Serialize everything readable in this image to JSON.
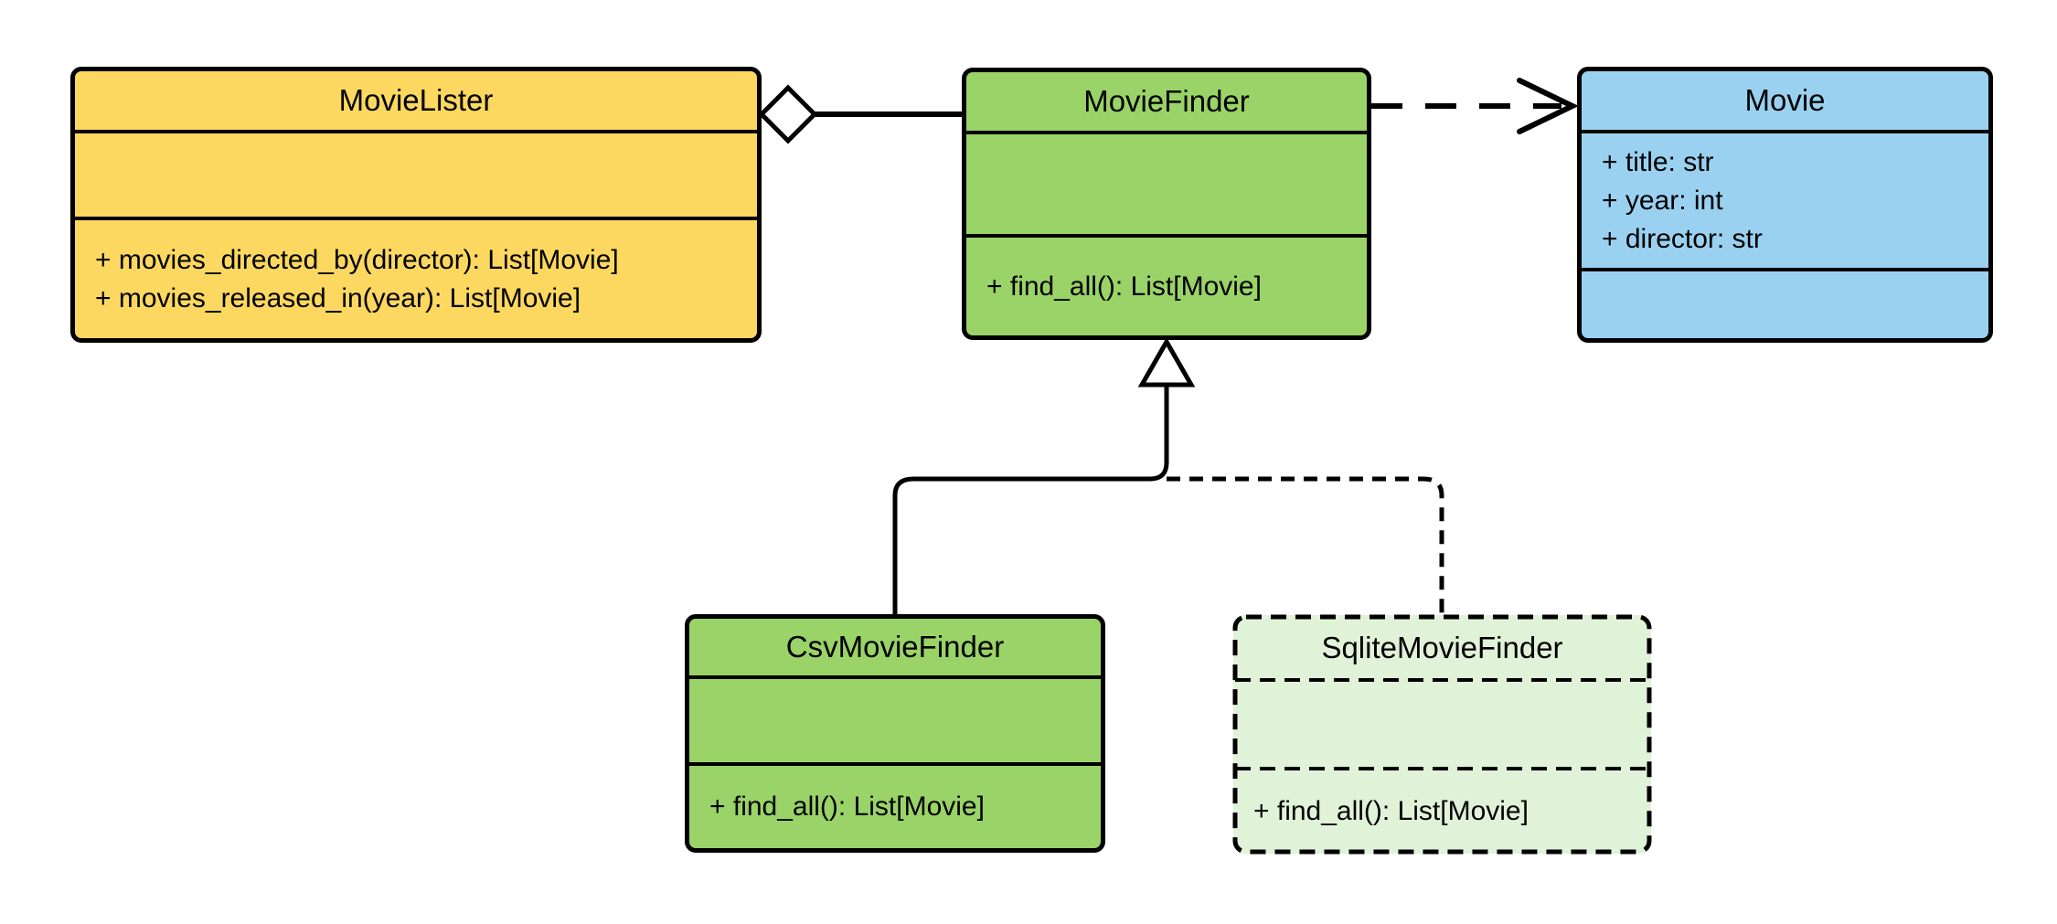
{
  "diagram": {
    "kind": "uml-class-diagram",
    "background": "#FFFFFF",
    "stroke": "#000000"
  },
  "classes": {
    "movie_lister": {
      "name": "MovieLister",
      "attributes": [],
      "methods": [
        "+ movies_directed_by(director): List[Movie]",
        "+ movies_released_in(year): List[Movie]"
      ],
      "fill": "#FCD860",
      "border_style": "solid"
    },
    "movie_finder": {
      "name": "MovieFinder",
      "attributes": [],
      "methods": [
        "+ find_all(): List[Movie]"
      ],
      "fill": "#9AD368",
      "border_style": "solid"
    },
    "movie": {
      "name": "Movie",
      "attributes": [
        "+ title: str",
        "+ year: int",
        "+ director: str"
      ],
      "methods": [],
      "fill": "#9AD1F0",
      "border_style": "solid"
    },
    "csv_movie_finder": {
      "name": "CsvMovieFinder",
      "attributes": [],
      "methods": [
        "+ find_all(): List[Movie]"
      ],
      "fill": "#9AD368",
      "border_style": "solid"
    },
    "sqlite_movie_finder": {
      "name": "SqliteMovieFinder",
      "attributes": [],
      "methods": [
        "+ find_all(): List[Movie]"
      ],
      "fill": "#E0F2D8",
      "border_style": "dashed"
    }
  },
  "relationships": [
    {
      "type": "aggregation",
      "from": "MovieLister",
      "to": "MovieFinder",
      "line": "solid",
      "marker": "hollow-diamond"
    },
    {
      "type": "dependency",
      "from": "MovieFinder",
      "to": "Movie",
      "line": "dashed",
      "marker": "open-arrow"
    },
    {
      "type": "inheritance",
      "from": "CsvMovieFinder",
      "to": "MovieFinder",
      "line": "solid",
      "marker": "hollow-triangle"
    },
    {
      "type": "inheritance",
      "from": "SqliteMovieFinder",
      "to": "MovieFinder",
      "line": "dashed",
      "marker": "hollow-triangle"
    }
  ],
  "colors": {
    "yellow": "#FCD860",
    "green": "#9AD368",
    "blue": "#9AD1F0",
    "light_green": "#E0F2D8",
    "stroke": "#000000",
    "marker_fill": "#FFFFFF",
    "background": "#FFFFFF"
  }
}
